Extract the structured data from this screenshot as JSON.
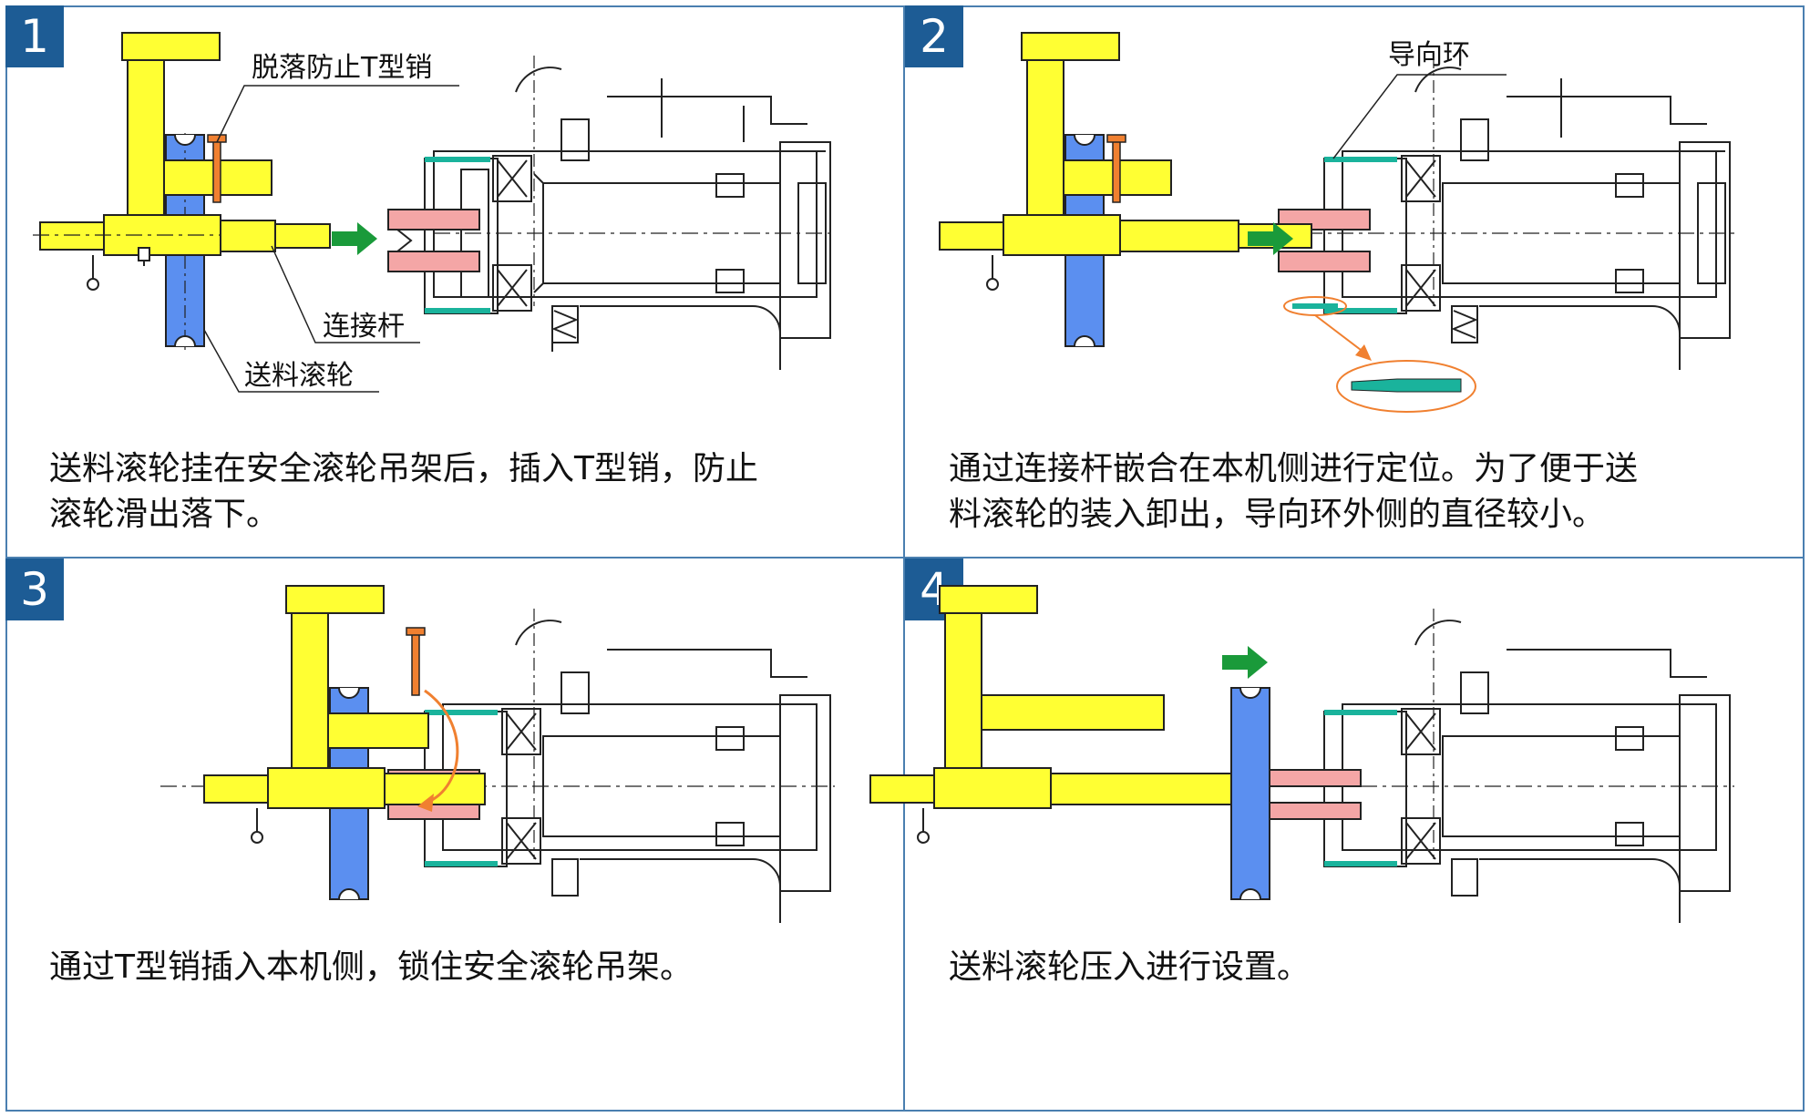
{
  "colors": {
    "border": "#4a7fb0",
    "badge_bg": "#1d5c95",
    "arm_yellow": "#ffff33",
    "roller_blue": "#5b8ff0",
    "hub_pink": "#f4a6a6",
    "ring_teal": "#1ab39c",
    "arrow_green": "#1a9a3a",
    "pin_orange": "#f08030",
    "line": "#222222"
  },
  "panels": [
    {
      "number": "1",
      "labels": {
        "tpin": "脱落防止T型销",
        "rod": "连接杆",
        "roller": "送料滚轮"
      },
      "caption": [
        "送料滚轮挂在安全滚轮吊架后，插入T型销，防止",
        "滚轮滑出落下。"
      ]
    },
    {
      "number": "2",
      "labels": {
        "ring": "导向环"
      },
      "caption": [
        "通过连接杆嵌合在本机侧进行定位。为了便于送",
        "料滚轮的装入卸出，导向环外侧的直径较小。"
      ]
    },
    {
      "number": "3",
      "caption": [
        "通过T型销插入本机侧，锁住安全滚轮吊架。"
      ]
    },
    {
      "number": "4",
      "caption": [
        "送料滚轮压入进行设置。"
      ]
    }
  ]
}
